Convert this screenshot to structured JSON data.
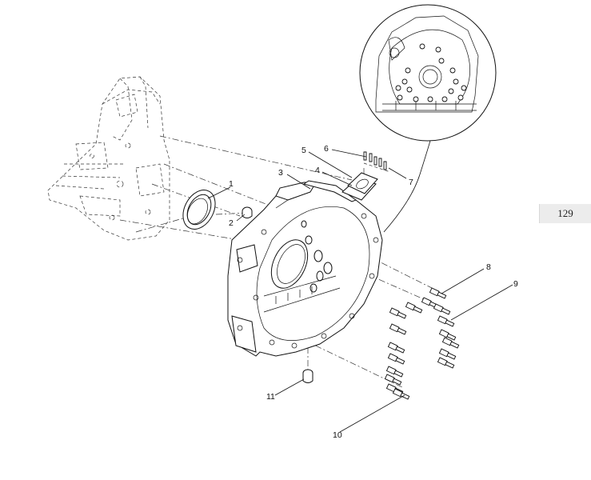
{
  "page_number": "129",
  "callouts": [
    "1",
    "2",
    "3",
    "4",
    "5",
    "6",
    "7",
    "8",
    "9",
    "10",
    "11"
  ]
}
